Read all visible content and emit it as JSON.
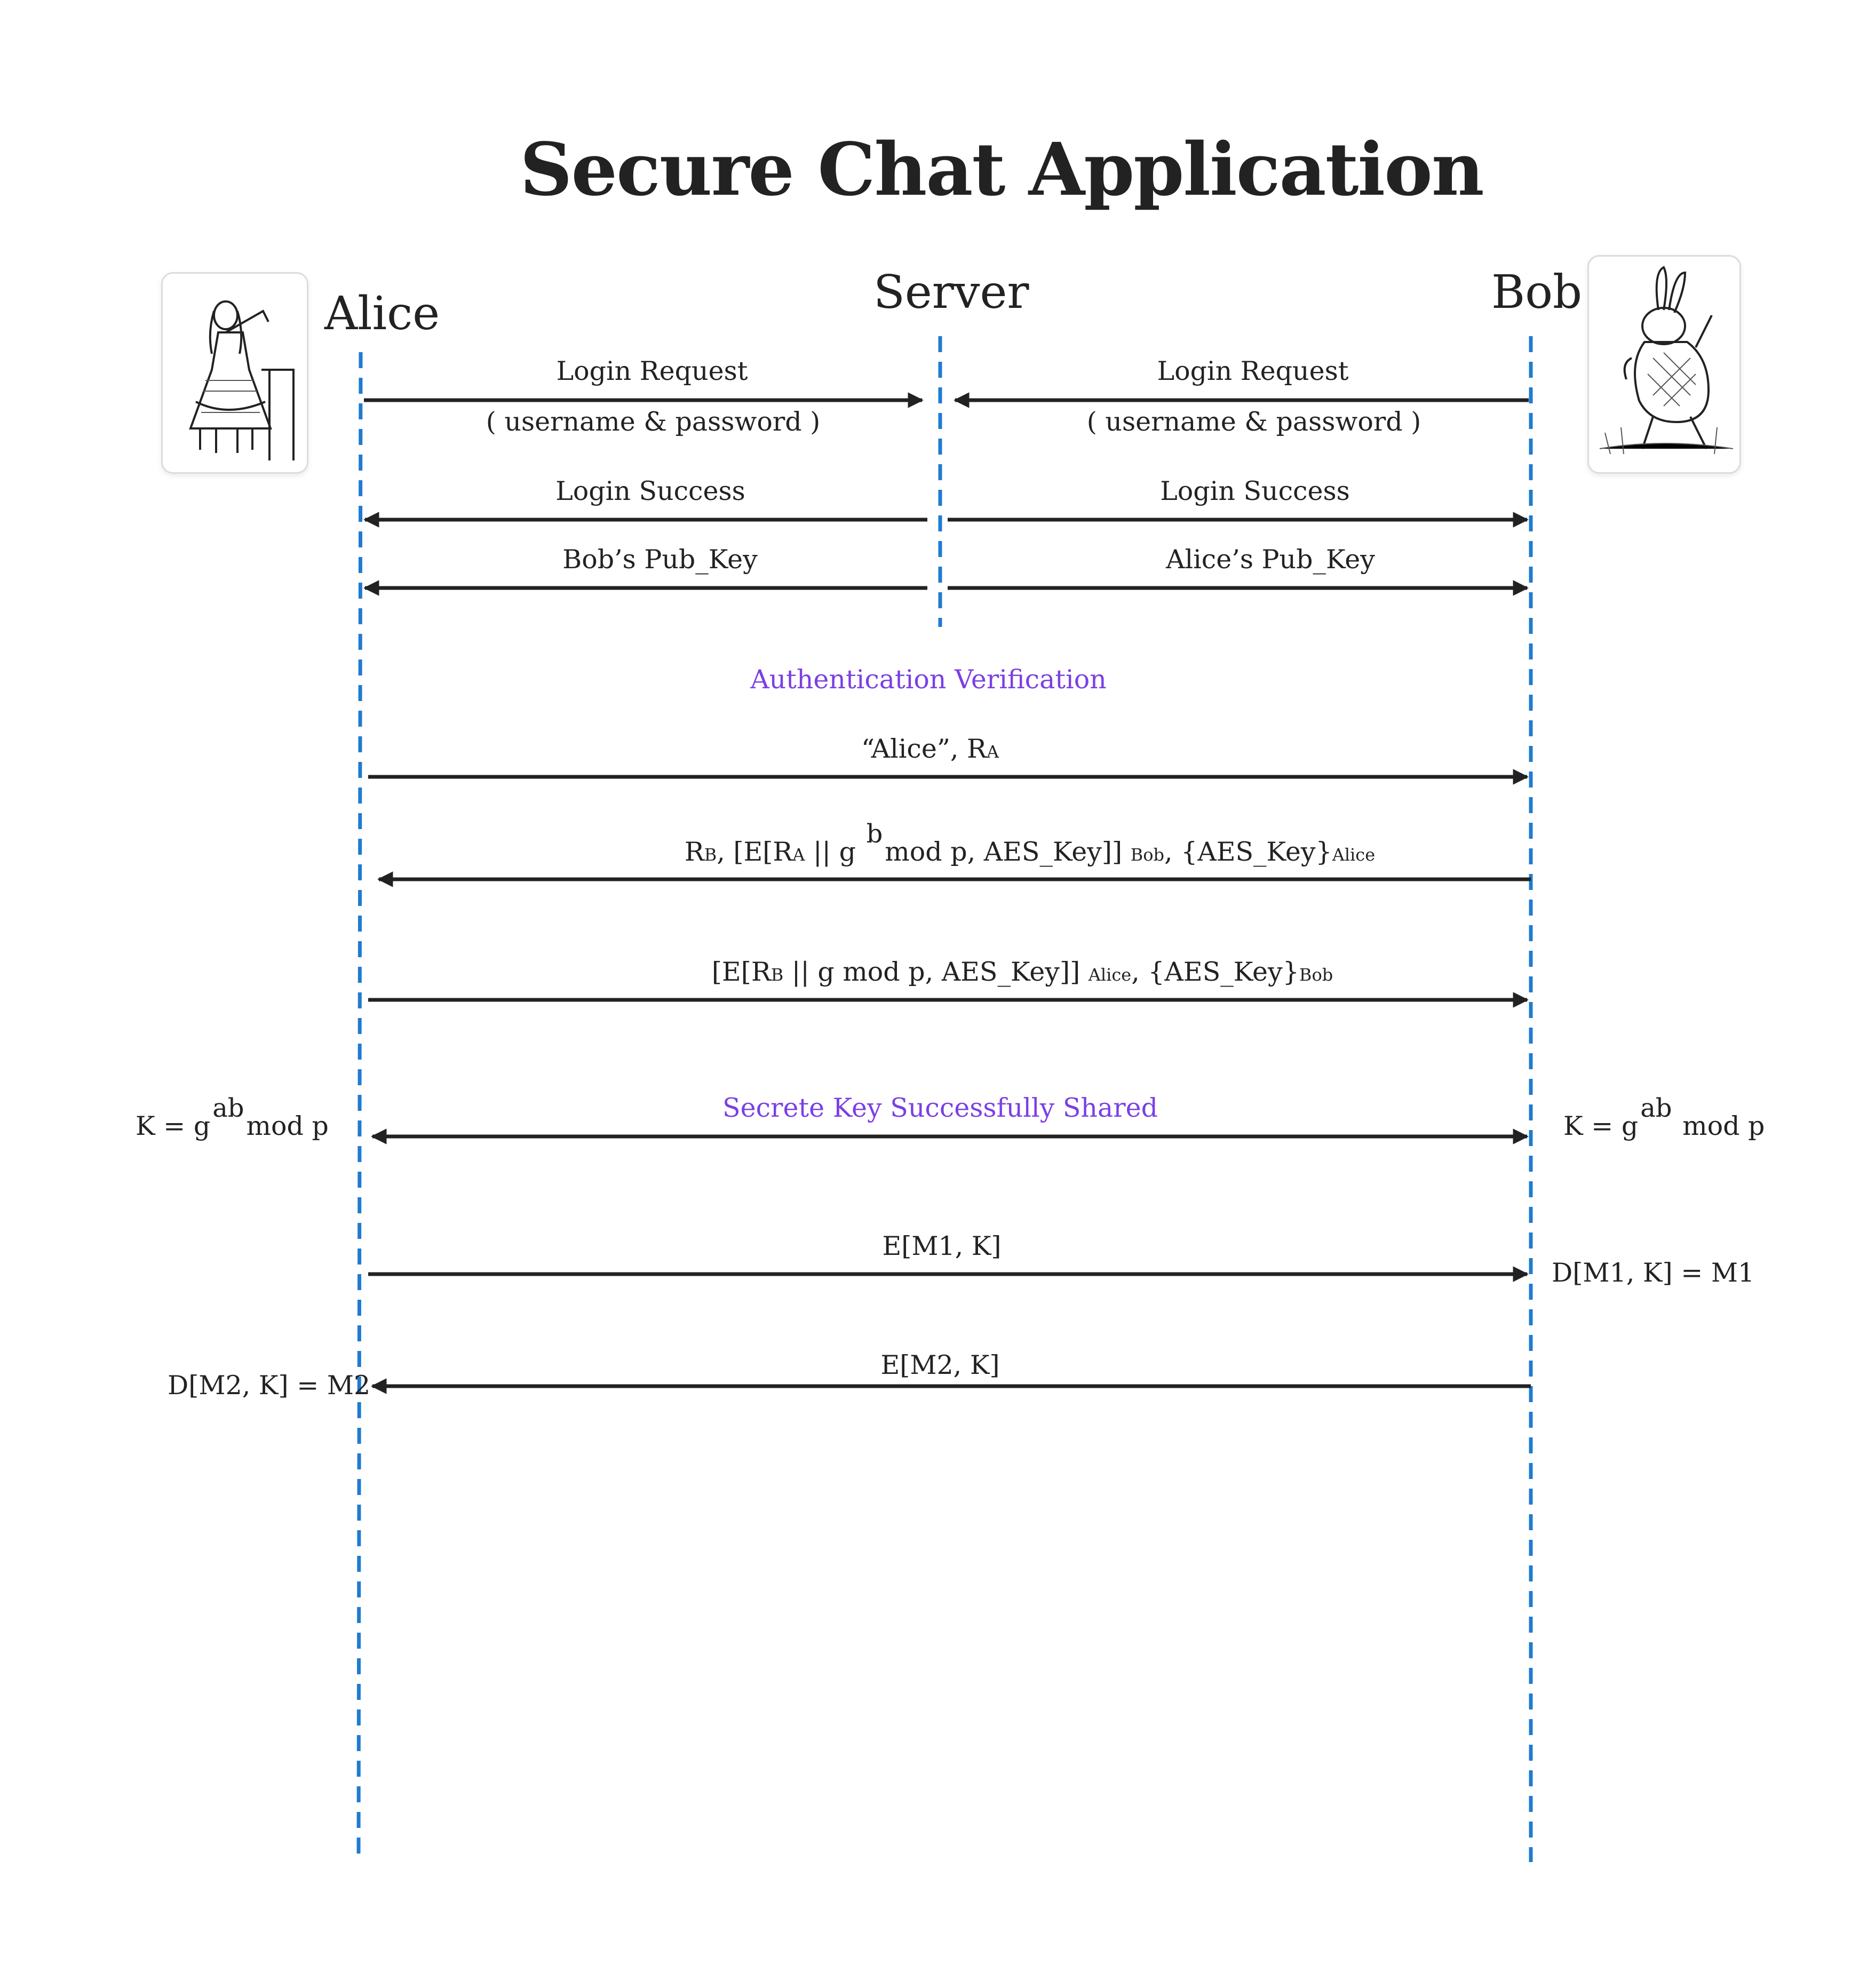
{
  "title": "Secure Chat Application",
  "actors": {
    "alice": "Alice",
    "server": "Server",
    "bob": "Bob"
  },
  "lifeline_color": "#1f7bd0",
  "accent_color": "#7b3fe4",
  "messages": {
    "alice_login_request": "Login Request",
    "alice_login_credentials": "( username & password )",
    "bob_login_request": "Login Request",
    "bob_login_credentials": "( username & password )",
    "alice_login_success": "Login Success",
    "bob_login_success": "Login Success",
    "alice_receives_key": "Bob’s Pub_Key",
    "bob_receives_key": "Alice’s Pub_Key",
    "auth_heading": "Authentication Verification",
    "step1": {
      "text": "“Alice”,  R",
      "sub": "A"
    },
    "step2": {
      "rb": "R",
      "rb_sub": "B",
      "part1": ", [E[R",
      "ra_sub": "A",
      "part2": " || g ",
      "exp": "b",
      "part3": "mod p, AES_Key]] ",
      "bob_sub": "Bob",
      "part4": ", {AES_Key}",
      "alice_sub": "Alice"
    },
    "step3": {
      "part1": "[E[R",
      "rb_sub": "B",
      "part2": " || g    mod p, AES_Key]] ",
      "alice_sub": "Alice",
      "part3": ", {AES_Key}",
      "bob_sub": "Bob"
    },
    "shared_heading": "Secrete Key Successfully Shared",
    "msg1": "E[M1, K]",
    "msg2": "E[M2, K]"
  },
  "notes": {
    "alice_key": {
      "prefix": "K = g",
      "exp": "ab",
      "suffix": "mod p"
    },
    "bob_key": {
      "prefix": "K = g",
      "exp": "ab",
      "suffix": " mod p"
    },
    "bob_decrypt": "D[M1, K] = M1",
    "alice_decrypt": "D[M2, K] = M2"
  },
  "icons": {
    "alice": "alice-illustration-icon",
    "bob": "white-rabbit-illustration-icon"
  }
}
